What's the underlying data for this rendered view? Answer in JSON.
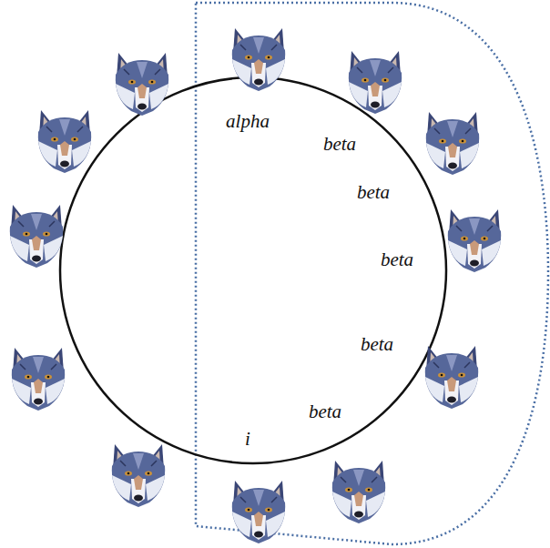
{
  "diagram": {
    "labels": [
      "alpha",
      "beta",
      "beta",
      "beta",
      "beta",
      "beta",
      "i"
    ]
  }
}
